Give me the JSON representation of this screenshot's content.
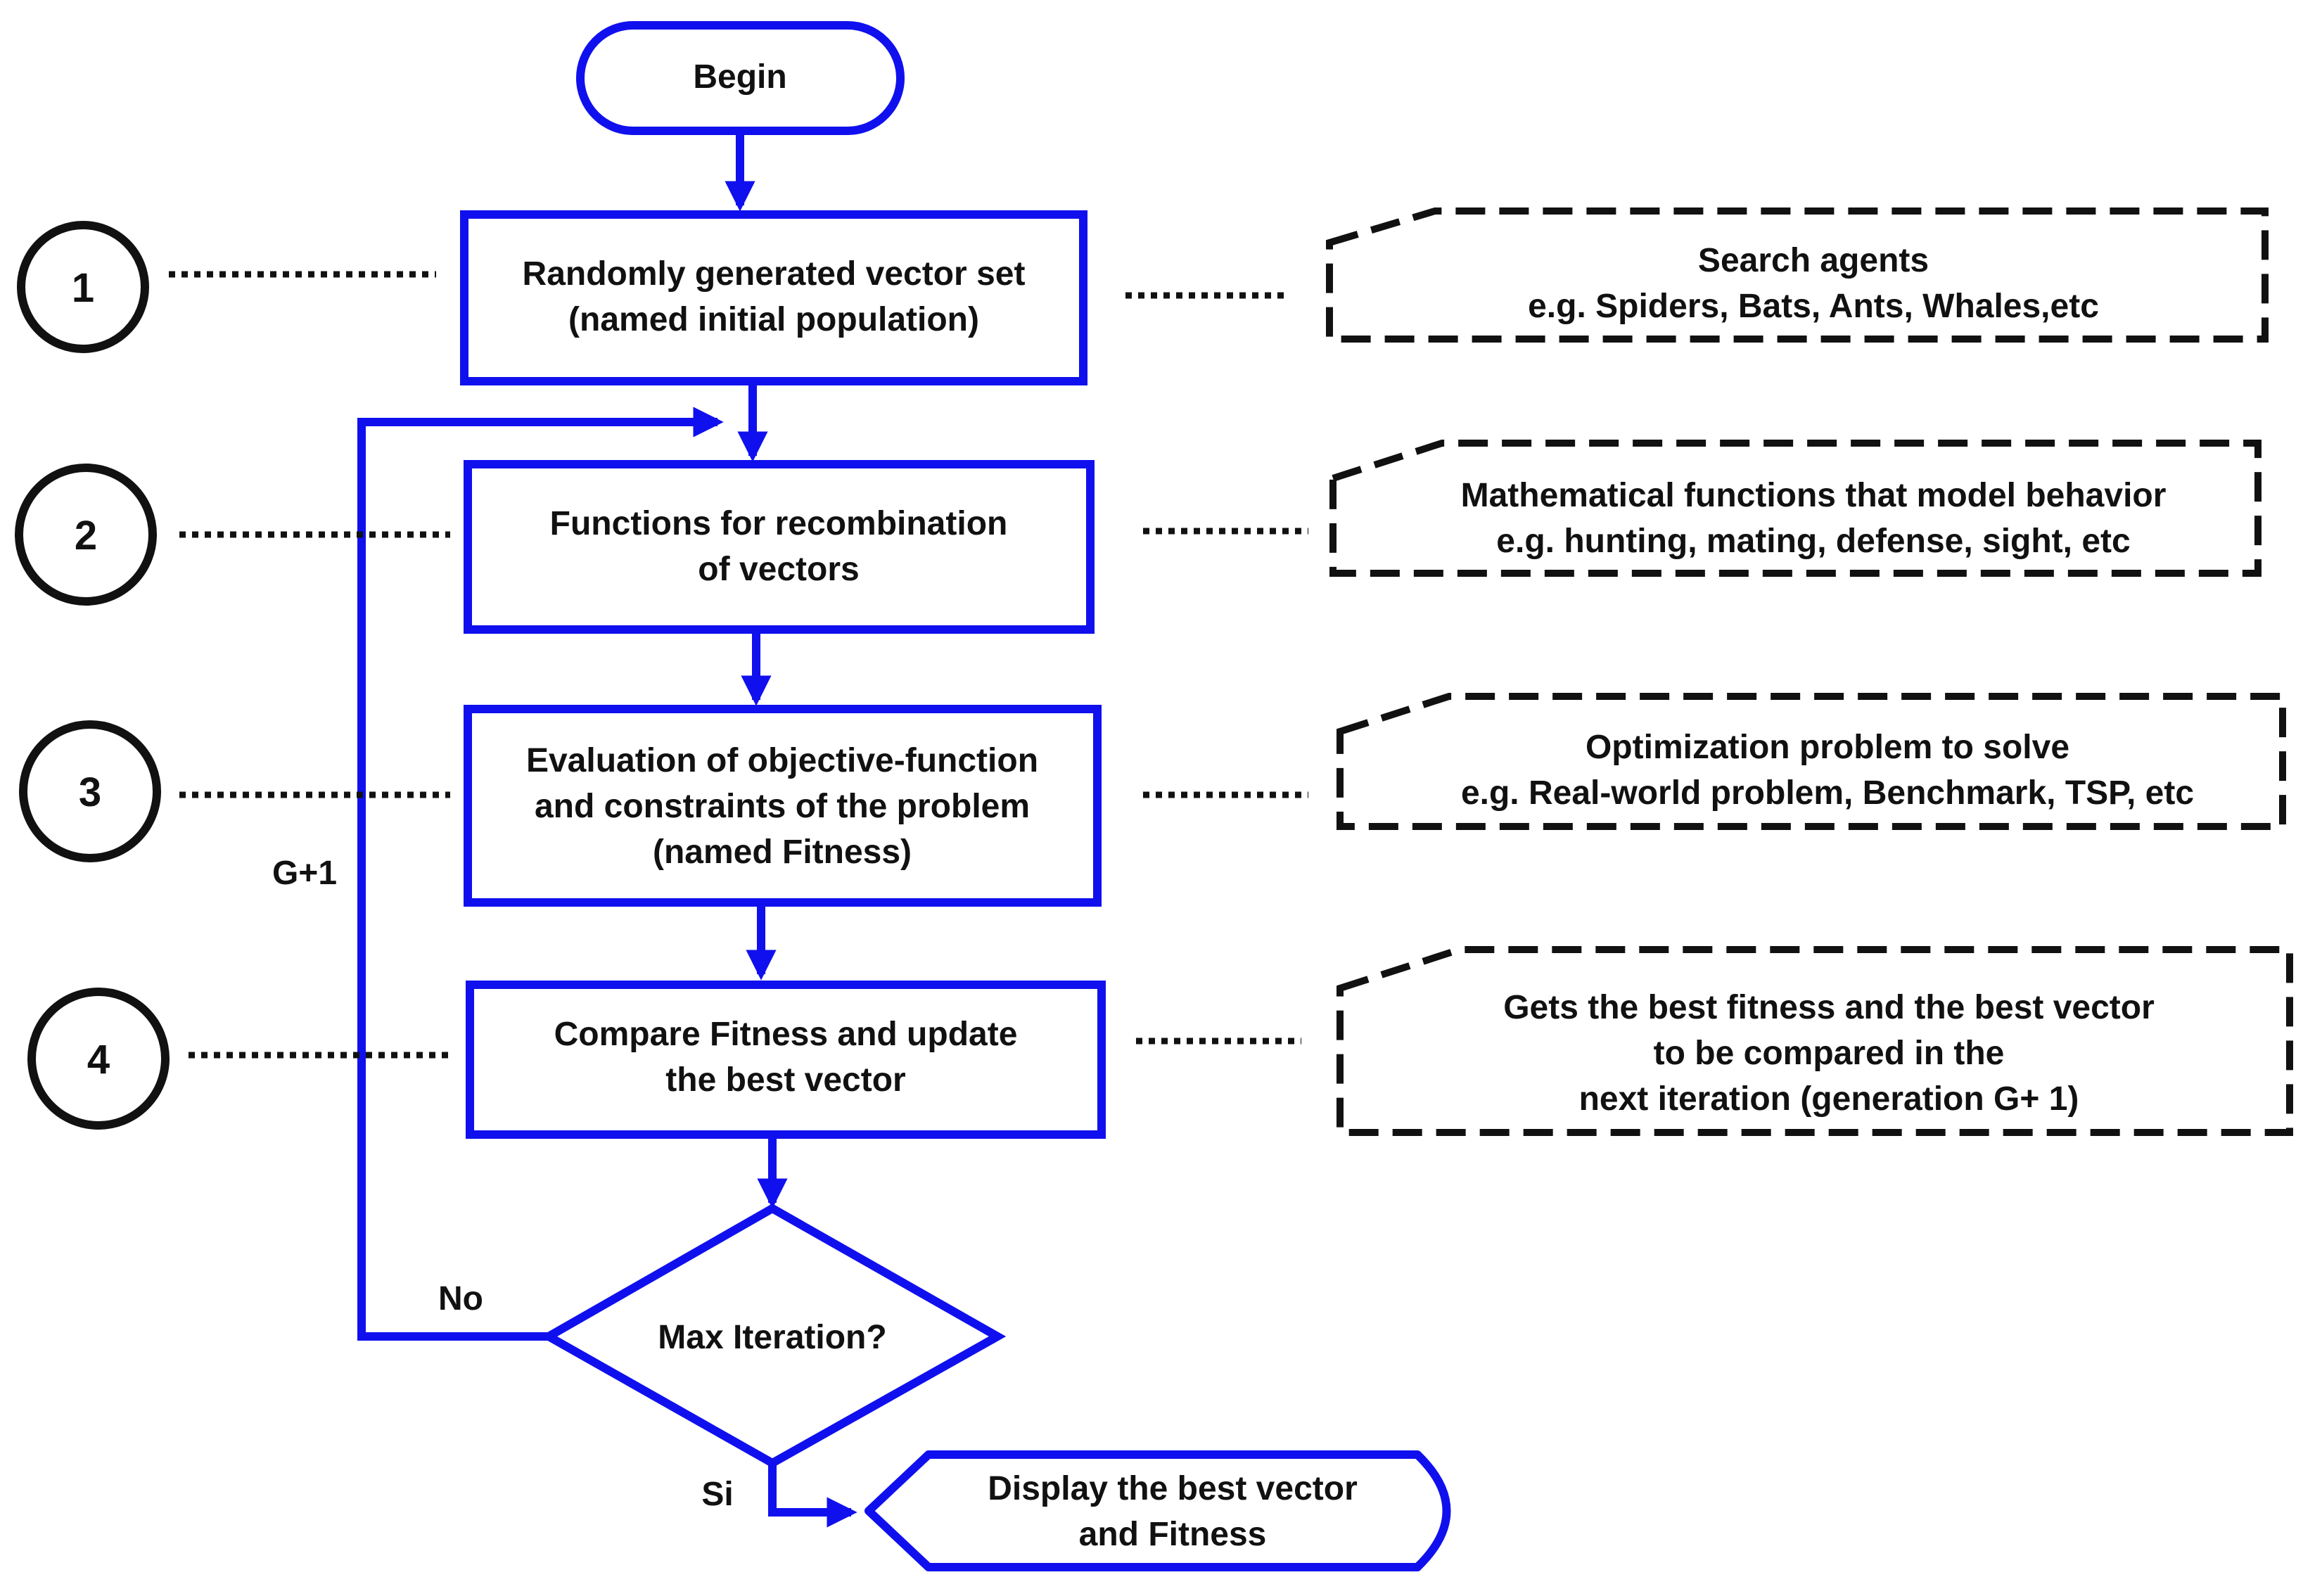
{
  "colors": {
    "flow": "#1010ee",
    "annotation": "#111111",
    "background": "#ffffff"
  },
  "start": {
    "label": "Begin"
  },
  "steps": [
    {
      "number": "1",
      "lines": [
        "Randomly generated vector set",
        "(named initial population)"
      ]
    },
    {
      "number": "2",
      "lines": [
        "Functions for recombination",
        "of vectors"
      ]
    },
    {
      "number": "3",
      "lines": [
        "Evaluation of objective-function",
        "and constraints of the problem",
        "(named Fitness)"
      ]
    },
    {
      "number": "4",
      "lines": [
        "Compare Fitness and update",
        "the best vector"
      ]
    }
  ],
  "notes": [
    {
      "lines": [
        "Search agents",
        "e.g. Spiders, Bats, Ants, Whales,etc"
      ]
    },
    {
      "lines": [
        "Mathematical functions that model behavior",
        "e.g. hunting, mating, defense, sight, etc"
      ]
    },
    {
      "lines": [
        "Optimization problem to solve",
        "e.g. Real-world problem, Benchmark, TSP, etc"
      ]
    },
    {
      "lines": [
        "Gets the best fitness and the best vector",
        "to be compared in the",
        "next iteration (generation G+ 1)"
      ]
    }
  ],
  "decision": {
    "label": "Max Iteration?",
    "no_label": "No",
    "yes_label": "Si"
  },
  "loop_label": "G+1",
  "end": {
    "lines": [
      "Display the best vector",
      "and Fitness"
    ]
  }
}
